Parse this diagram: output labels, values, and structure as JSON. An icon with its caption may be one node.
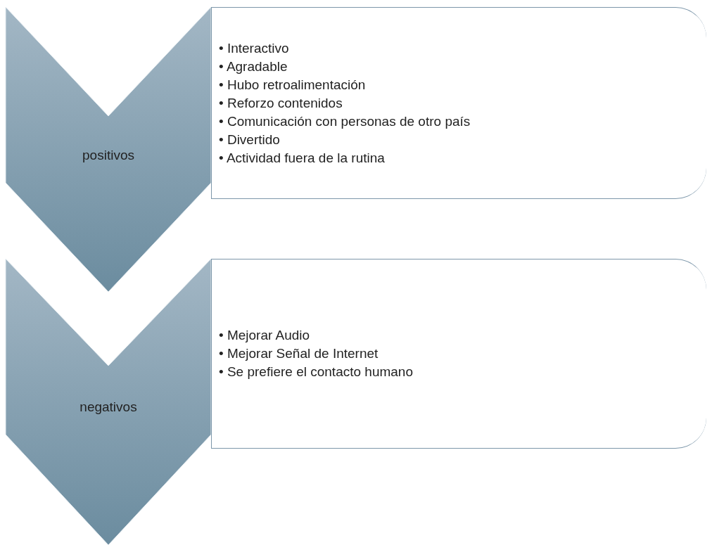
{
  "diagram": {
    "nodes": [
      {
        "text": [
          "positivos"
        ]
      },
      {
        "text": [
          "• Interactivo",
          "• Agradable",
          "• Hubo retroalimentación",
          "• Reforzo contenidos",
          "• Comunicación con personas de otro país",
          "• Divertido",
          "• Actividad fuera de la rutina"
        ]
      },
      {
        "text": [
          "negativos"
        ]
      },
      {
        "text": [
          "• Mejorar Audio",
          "• Mejorar Señal de Internet",
          "• Se prefiere el contacto humano"
        ]
      }
    ]
  }
}
